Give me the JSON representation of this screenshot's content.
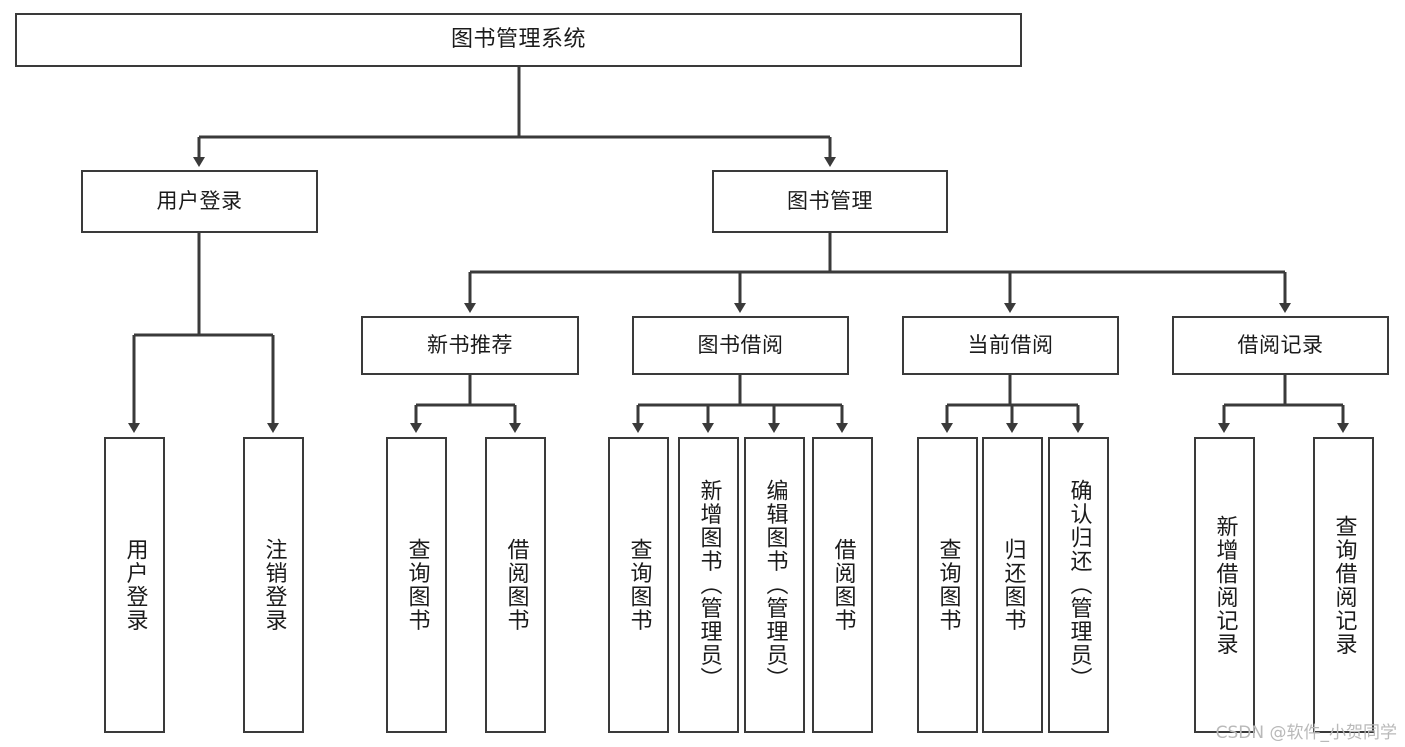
{
  "diagram": {
    "title": "图书管理系统",
    "type": "tree-hierarchy",
    "watermark": "CSDN @软件_小贺同学",
    "style": {
      "box_border": "#3a3a3a",
      "box_fill": "#ffffff",
      "connector": "#3a3a3a",
      "text": "#1b1b1b",
      "background": "#ffffff",
      "watermark_color": "#b9b9b9"
    },
    "root": {
      "label": "图书管理系统"
    },
    "level2": [
      {
        "label": "用户登录"
      },
      {
        "label": "图书管理"
      }
    ],
    "level3": [
      {
        "label": "新书推荐"
      },
      {
        "label": "图书借阅"
      },
      {
        "label": "当前借阅"
      },
      {
        "label": "借阅记录"
      }
    ],
    "leaves": {
      "user_login": [
        {
          "label": "用户登录"
        },
        {
          "label": "注销登录"
        }
      ],
      "new_book_recommend": [
        {
          "label": "查询图书"
        },
        {
          "label": "借阅图书"
        }
      ],
      "book_borrow": [
        {
          "label": "查询图书"
        },
        {
          "label": "新增图书（管理员）"
        },
        {
          "label": "编辑图书（管理员）"
        },
        {
          "label": "借阅图书"
        }
      ],
      "current_borrow": [
        {
          "label": "查询图书"
        },
        {
          "label": "归还图书"
        },
        {
          "label": "确认归还（管理员）"
        }
      ],
      "borrow_record": [
        {
          "label": "新增借阅记录"
        },
        {
          "label": "查询借阅记录"
        }
      ]
    }
  }
}
